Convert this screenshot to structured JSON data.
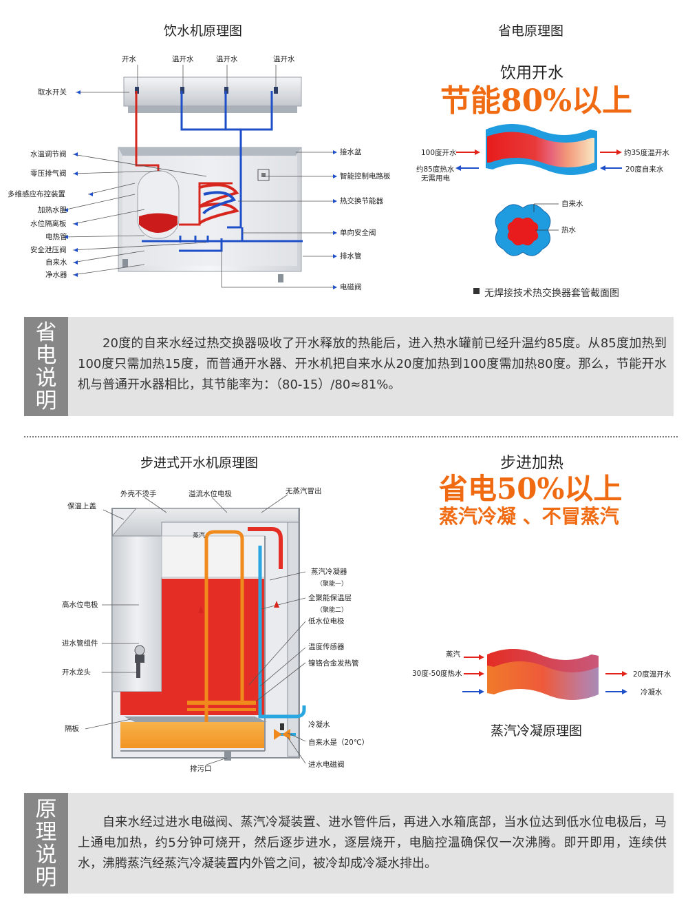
{
  "section1": {
    "left_title": "饮水机原理图",
    "right_title": "省电原理图",
    "top_labels": [
      "开水",
      "温开水",
      "温开水",
      "温开水"
    ],
    "left_labels": [
      "取水开关",
      "水温调节阀",
      "零压排气阀",
      "多维感应布控装置",
      "加热水胆",
      "水位隔离板",
      "电热管",
      "安全泄压阀",
      "自来水",
      "净水器"
    ],
    "right_labels": [
      "接水盆",
      "智能控制电路板",
      "热交换节能器",
      "单向安全阀",
      "排水管",
      "电磁阀"
    ],
    "energy": {
      "heading": "饮用开水",
      "headline": "节能80%以上",
      "in_top": "100度开水",
      "out_top": "约35度温开水",
      "in_bottom_1": "约85度热水",
      "in_bottom_2": "无需用电",
      "out_bottom": "20度自来水",
      "cross_label_1": "自来水",
      "cross_label_2": "热水",
      "caption": "无焊接技术热交换器套管截面图"
    },
    "explain": {
      "side": [
        "省",
        "电",
        "说",
        "明"
      ],
      "text": "20度的自来水经过热交换器吸收了开水释放的热能后，进入热水罐前已经升温约85度。从85度加热到100度只需加热15度，而普通开水器、开水机把自来水从20度加热到100度需加热80度。那么，节能开水机与普通开水器相比，其节能率为：（80-15）/80≈81%。"
    }
  },
  "section2": {
    "left_title": "步进式开水机原理图",
    "right_heading": "步进加热",
    "headline": "省电50%以上",
    "subheadline": "蒸汽冷凝 、不冒蒸汽",
    "top_labels": [
      "外壳不烫手",
      "溢流水位电极",
      "无蒸汽冒出"
    ],
    "left_labels": [
      "保温上盖",
      "高水位电极",
      "进水管组件",
      "开水龙头",
      "隔板"
    ],
    "right_labels": [
      "蒸汽冷凝器",
      "（聚能一）",
      "全聚能保温层",
      "（聚能二）",
      "低水位电极",
      "温度传感器",
      "镍铬合金发热管",
      "冷凝水",
      "自来水是（20℃）",
      "进水电磁阀"
    ],
    "bottom_label": "排污口",
    "steam_small": "蒸汽",
    "condense": {
      "in_top": "蒸汽",
      "in_mid": "30度-50度热水",
      "out_mid": "20度温开水",
      "out_bottom": "冷凝水",
      "caption": "蒸汽冷凝原理图"
    },
    "explain": {
      "side": [
        "原",
        "理",
        "说",
        "明"
      ],
      "text": "自来水经过进水电磁阀、蒸汽冷凝装置、进水管件后，再进入水箱底部，当水位达到低水位电极后，马上通电加热，约5分钟可烧开，然后逐步进水，逐层烧开，电脑控温确保仅一次沸腾。即开即用，连续供水，沸腾蒸汽经蒸汽冷凝装置内外管之间，被冷却成冷凝水排出。"
    }
  },
  "colors": {
    "accent_orange": "#f06a12",
    "hot_red": "#e2231a",
    "cold_blue": "#1e4fc8",
    "gray_side": "#878787",
    "panel_bg": "#e3e3e3"
  }
}
